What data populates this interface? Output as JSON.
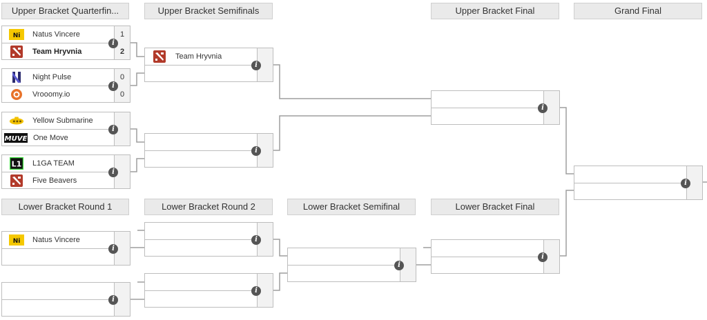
{
  "headers": {
    "ub_qf": "Upper Bracket Quarterfin...",
    "ub_sf": "Upper Bracket Semifinals",
    "ub_final": "Upper Bracket Final",
    "grand_final": "Grand Final",
    "lb_r1": "Lower Bracket Round 1",
    "lb_r2": "Lower Bracket Round 2",
    "lb_sf": "Lower Bracket Semifinal",
    "lb_final": "Lower Bracket Final"
  },
  "matches": {
    "ubqf1": {
      "t1": "Natus Vincere",
      "s1": "1",
      "t2": "Team Hryvnia",
      "s2": "2"
    },
    "ubqf2": {
      "t1": "Night Pulse",
      "s1": "0",
      "t2": "Vrooomy.io",
      "s2": "0"
    },
    "ubqf3": {
      "t1": "Yellow Submarine",
      "s1": "",
      "t2": "One Move",
      "s2": ""
    },
    "ubqf4": {
      "t1": "L1GA TEAM",
      "s1": "",
      "t2": "Five Beavers",
      "s2": ""
    },
    "ubsf1": {
      "t1": "Team Hryvnia",
      "s1": "",
      "t2": "",
      "s2": ""
    },
    "ubsf2": {
      "t1": "",
      "s1": "",
      "t2": "",
      "s2": ""
    },
    "ubf": {
      "t1": "",
      "s1": "",
      "t2": "",
      "s2": ""
    },
    "gf": {
      "t1": "",
      "s1": "",
      "t2": "",
      "s2": ""
    },
    "lbr1a": {
      "t1": "Natus Vincere",
      "s1": "",
      "t2": "",
      "s2": ""
    },
    "lbr1b": {
      "t1": "",
      "s1": "",
      "t2": "",
      "s2": ""
    },
    "lbr2a": {
      "t1": "",
      "s1": "",
      "t2": "",
      "s2": ""
    },
    "lbr2b": {
      "t1": "",
      "s1": "",
      "t2": "",
      "s2": ""
    },
    "lbsf": {
      "t1": "",
      "s1": "",
      "t2": "",
      "s2": ""
    },
    "lbf": {
      "t1": "",
      "s1": "",
      "t2": "",
      "s2": ""
    }
  },
  "logos": {
    "navi": "NAVI",
    "hryvnia": "dota2-logo",
    "night_pulse": "N",
    "vrooomy": "vrooomy-logo",
    "yellow_sub": "yellow-submarine-logo",
    "one_move": "MUVE",
    "l1ga": "L1",
    "five_beavers": "dota2-logo"
  },
  "colors": {
    "connector": "#9e9e9e",
    "info": "#555555",
    "header_bg": "#eaeaea"
  }
}
